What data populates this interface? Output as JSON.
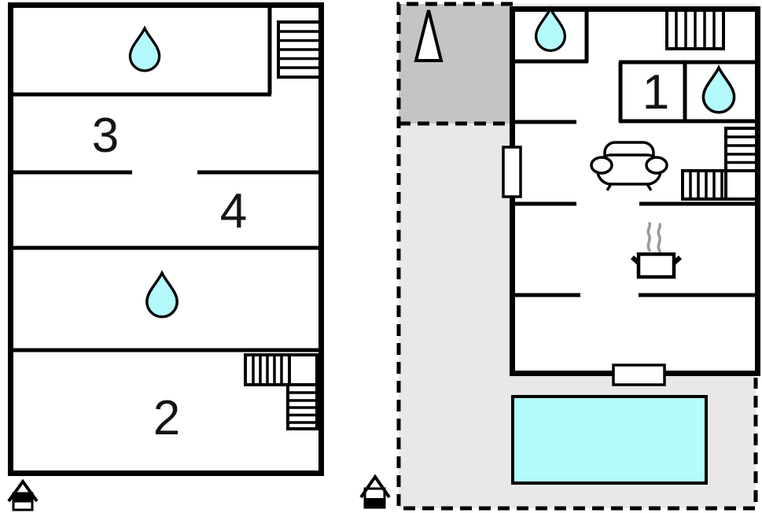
{
  "document": {
    "type": "holiday-home floor plan, two levels side by side"
  },
  "colors": {
    "wall": "#000000",
    "water": "#b4f9fc",
    "pool": "#b4fcfc",
    "terrace_dark": "#c4c4c4",
    "terrace_light": "#e8e8e8",
    "steam": "#999999",
    "background": "#ffffff",
    "label_text": "#141414"
  },
  "rooms": {
    "room1": "1",
    "room2": "2",
    "room3": "3",
    "room4": "4"
  },
  "icons": {
    "water_drop": "water-drop (bath / water point)",
    "staircase": "staircase treads",
    "sofa": "sofa (living room)",
    "stove": "steaming pot (kitchen)",
    "tree": "tree / garden marker",
    "pool": "swimming pool",
    "house_upper": "house marker, upper level filled",
    "house_ground": "house marker, lower level filled"
  }
}
